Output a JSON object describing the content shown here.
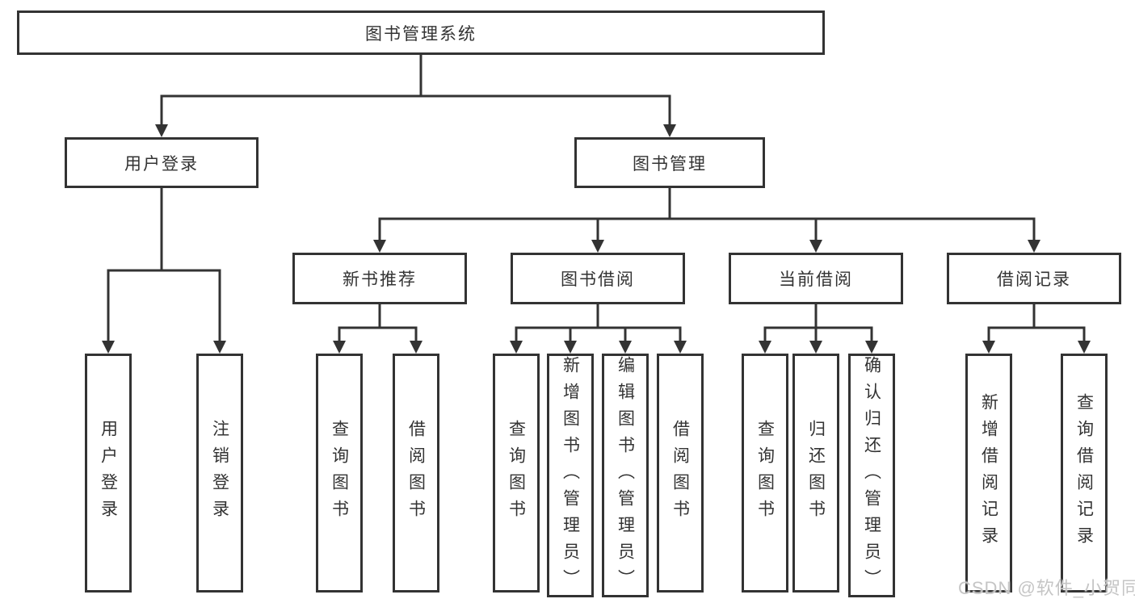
{
  "diagram": {
    "root": {
      "label": "图书管理系统"
    },
    "children": [
      {
        "label": "用户登录",
        "children": [
          {
            "label": "用户登录"
          },
          {
            "label": "注销登录"
          }
        ]
      },
      {
        "label": "图书管理",
        "children": [
          {
            "label": "新书推荐",
            "children": [
              {
                "label": "查询图书"
              },
              {
                "label": "借阅图书"
              }
            ]
          },
          {
            "label": "图书借阅",
            "children": [
              {
                "label": "查询图书"
              },
              {
                "label": "新增图书（管理员）"
              },
              {
                "label": "编辑图书（管理员）"
              },
              {
                "label": "借阅图书"
              }
            ]
          },
          {
            "label": "当前借阅",
            "children": [
              {
                "label": "查询图书"
              },
              {
                "label": "归还图书"
              },
              {
                "label": "确认归还（管理员）"
              }
            ]
          },
          {
            "label": "借阅记录",
            "children": [
              {
                "label": "新增借阅记录"
              },
              {
                "label": "查询借阅记录"
              }
            ]
          }
        ]
      }
    ]
  },
  "watermark": {
    "text": "CSDN @软件_小贺同学"
  },
  "colors": {
    "line": "#333333",
    "text": "#333333",
    "box_bg": "#ffffff",
    "watermark": "#c5c5c5"
  }
}
